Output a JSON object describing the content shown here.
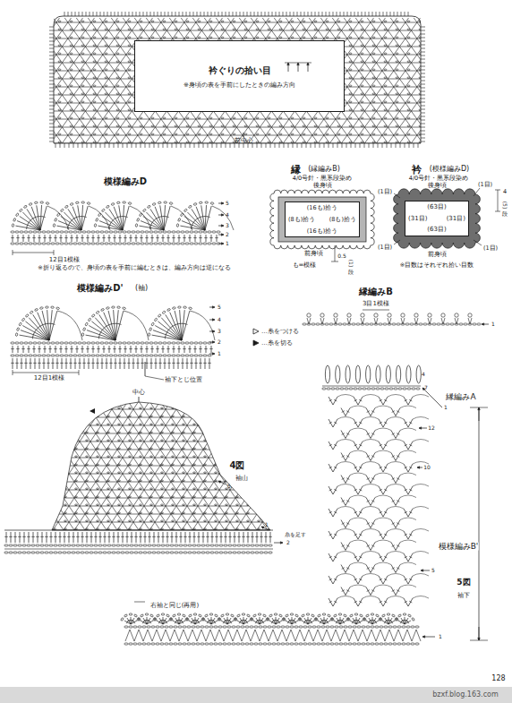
{
  "diagram": {
    "nodes": [
      {
        "text": [
          "衿ぐりの拾い目",
          "※身頃の表を手前にしたときの編み方向"
        ]
      },
      {
        "text": [
          "(16も)拾う",
          "(8も)拾う",
          "(8も)拾う",
          "(16も)拾う"
        ]
      },
      {
        "text": [
          "(63目)",
          "(31目)",
          "(31目)",
          "(63目)"
        ]
      }
    ],
    "labels": [
      "前中心",
      "模様編みD",
      "5",
      "4",
      "3",
      "2",
      "1",
      "12目1模様",
      "※折り返るので、身頃の表を手前に編むときは、編み方向は逆になる",
      "縁",
      "(縁編みB)",
      "4/0号針・黒系段染め",
      "後身頃",
      "前身頃",
      "0.5",
      "(1段)",
      "も=模様",
      "衿",
      "(模様編みD)",
      "4/0号針・黒系段染め",
      "後身頃",
      "(1目)",
      "(1目)",
      "(1目)",
      "(1目)",
      "4",
      "(5段)",
      "前身頃",
      "※目数はそれぞれ拾い目数",
      "模様編みD'",
      "(袖)",
      "5",
      "4",
      "3",
      "2",
      "1",
      "12目1模様",
      "袖下とじ位置",
      "縁編みB",
      "3目1模様",
      "1",
      "中心",
      "4図",
      "袖山",
      "5",
      "2",
      "1",
      "糸を足す",
      "4",
      "7",
      "1",
      "縁編みA",
      "12",
      "10",
      "模様編みB'",
      "5",
      "5図",
      "袖下",
      "1",
      "右袖と同じ(再用)",
      "128",
      "bzxf.blog.163.com"
    ],
    "legend": [
      {
        "text": "…糸をつける"
      },
      {
        "text": "…糸を切る"
      }
    ]
  }
}
